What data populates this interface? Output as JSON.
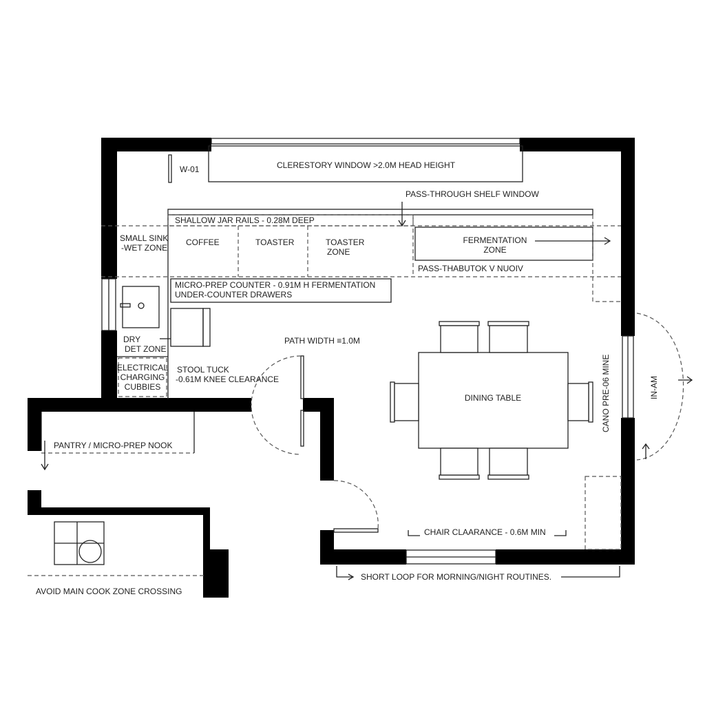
{
  "labels": {
    "w01": "W-01",
    "clerestory": "CLERESTORY WINDOW  >2.0M HEAD HEIGHT",
    "pass_through_shelf": "PASS-THROUGH SHELF WINDOW",
    "jar_rails": "SHALLOW JAR RAILS - 0.28M DEEP",
    "sink_1": "SMALL SINK",
    "sink_2": "-WET ZONE",
    "coffee": "COFFEE",
    "toaster": "TOASTER",
    "toaster_zone_1": "TOASTER",
    "toaster_zone_2": "ZONE",
    "fermentation_zone_1": "FERMENTATION",
    "fermentation_zone_2": "ZONE",
    "pass_garbled": "PASS-THABUTOK V NUOIV",
    "micro_prep_1": "MICRO-PREP COUNTER - 0.91M H    FERMENTATION",
    "micro_prep_2": "UNDER-COUNTER DRAWERS",
    "dry_1": "DRY",
    "dry_2": "DET ZONE",
    "electrical_1": "ELECTRICAL",
    "electrical_2": "CHARGING",
    "electrical_3": "CUBBIES",
    "path_width": "PATH WIDTH ≡1.0M",
    "stool_1": "STOOL TUCK",
    "stool_2": "-0.61M KNEE CLEARANCE",
    "dining_table": "DINING TABLE",
    "cano": "CANO PRE-06 MINE",
    "in_am": "IN-AM",
    "pantry": "PANTRY / MICRO-PREP NOOK",
    "chair_clearance": "CHAIR CLAARANCE - 0.6M MIN",
    "short_loop": "SHORT LOOP FOR MORNING/NIGHT ROUTINES.",
    "avoid": "AVOID MAIN COOK ZONE CROSSING"
  }
}
